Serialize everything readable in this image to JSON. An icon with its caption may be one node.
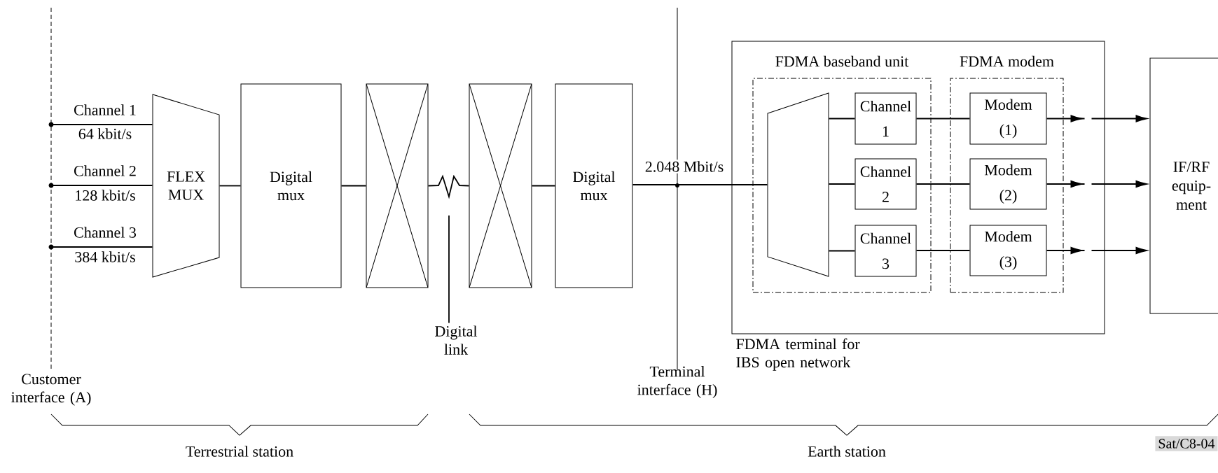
{
  "diagram": {
    "nodes": [
      {
        "text": [
          "FLEX MUX"
        ]
      },
      {
        "text": [
          "Digital mux"
        ]
      },
      {
        "text": [],
        "shape": "box"
      },
      {
        "text": [],
        "shape": "box"
      },
      {
        "text": [
          "Digital mux"
        ]
      },
      {
        "text": [
          "FDMA terminal for IBS open network"
        ]
      },
      {
        "text": [
          "FDMA baseband unit"
        ],
        "in": 5
      },
      {
        "text": [],
        "shape": "trapezoid",
        "in": 6
      },
      {
        "text": [
          "Channel 1"
        ],
        "in": 6
      },
      {
        "text": [
          "Channel 2"
        ],
        "in": 6
      },
      {
        "text": [
          "Channel 3"
        ],
        "in": 6
      },
      {
        "text": [
          "FDMA modem"
        ],
        "in": 5
      },
      {
        "text": [
          "Modem (1)"
        ],
        "in": 11
      },
      {
        "text": [
          "Modem (2)"
        ],
        "in": 11
      },
      {
        "text": [
          "Modem (3)"
        ],
        "in": 11
      },
      {
        "text": [
          "IF/RF equip- ment"
        ]
      },
      {
        "text": [
          "Digital link"
        ]
      },
      {
        "text": [
          "Customer interface (A)"
        ]
      }
    ],
    "edges": [
      {
        "from": 17,
        "to": 0,
        "arrow": "none",
        "label": "Channel 1"
      },
      {
        "from": 17,
        "to": 0,
        "arrow": "none",
        "label": "Channel 2"
      },
      {
        "from": 17,
        "to": 0,
        "arrow": "none",
        "label": "Channel 3"
      },
      {
        "from": 0,
        "to": 1,
        "arrow": "none"
      },
      {
        "from": 1,
        "to": 2,
        "arrow": "none"
      },
      {
        "from": 2,
        "to": 3,
        "arrow": "none"
      },
      {
        "from": 3,
        "to": 4,
        "arrow": "none"
      },
      {
        "from": 4,
        "to": 7,
        "arrow": "none",
        "label": "2.048 Mbit/s"
      },
      {
        "from": 7,
        "to": 8,
        "arrow": "none"
      },
      {
        "from": 7,
        "to": 9,
        "arrow": "none"
      },
      {
        "from": 7,
        "to": 10,
        "arrow": "none"
      },
      {
        "from": 8,
        "to": 12,
        "arrow": "none"
      },
      {
        "from": 9,
        "to": 13,
        "arrow": "none"
      },
      {
        "from": 10,
        "to": 14,
        "arrow": "none"
      },
      {
        "from": 12,
        "to": 15,
        "arrow": "to",
        "style": "dashed"
      },
      {
        "from": 13,
        "to": 15,
        "arrow": "to",
        "style": "dashed"
      },
      {
        "from": 14,
        "to": 15,
        "arrow": "to",
        "style": "dashed"
      },
      {
        "from": 16,
        "to": null,
        "arrow": "none"
      }
    ],
    "labels": [
      "64 kbit/s",
      "128 kbit/s",
      "384 kbit/s",
      "Terminal interface (H)",
      "Terrestrial station",
      "Earth station",
      "Sat/C8-04"
    ]
  }
}
